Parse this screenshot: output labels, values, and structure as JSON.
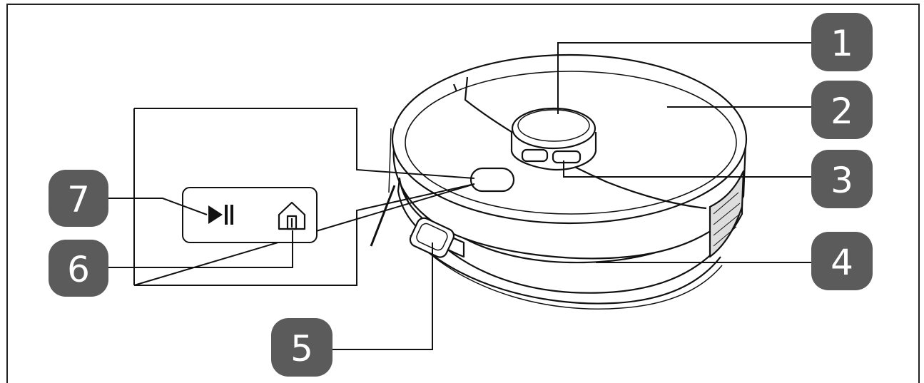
{
  "callouts": [
    {
      "number": "1"
    },
    {
      "number": "2"
    },
    {
      "number": "3"
    },
    {
      "number": "4"
    },
    {
      "number": "5"
    },
    {
      "number": "6"
    },
    {
      "number": "7"
    }
  ],
  "colors": {
    "badge_fill": "#5b5b5b",
    "badge_text": "#ffffff",
    "line": "#111111",
    "background": "#ffffff"
  },
  "icons": {
    "play_pause": "play-pause-icon",
    "home": "home-icon"
  }
}
